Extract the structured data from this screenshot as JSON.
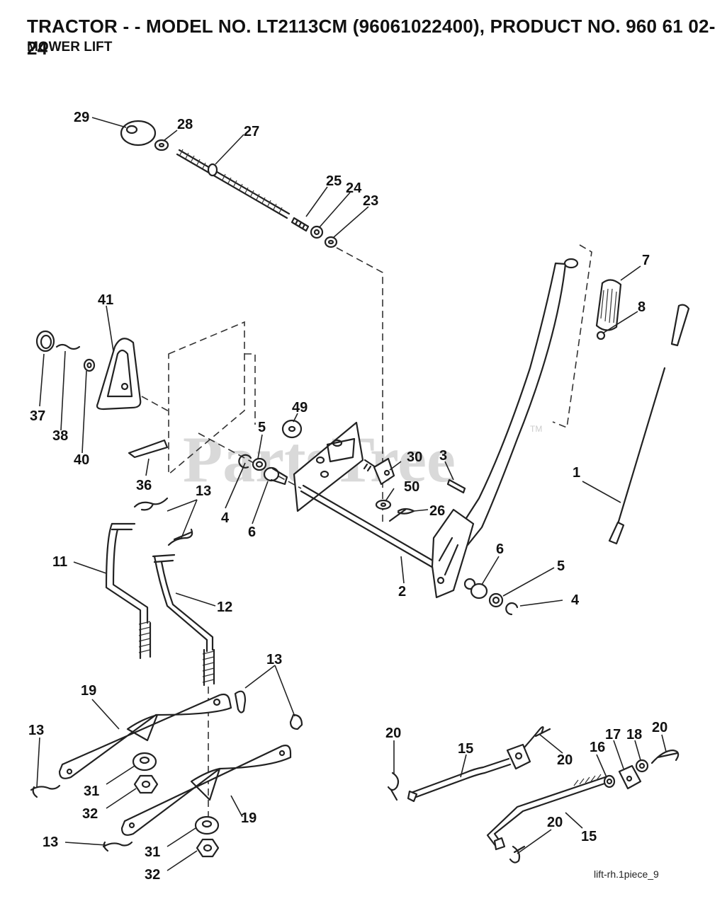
{
  "header": {
    "title": "TRACTOR - - MODEL NO. LT2113CM (96061022400), PRODUCT NO. 960 61 02-24",
    "subtitle": "MOWER LIFT"
  },
  "watermark": {
    "text": "PartsTree",
    "tm": "TM"
  },
  "footer": {
    "code": "lift-rh.1piece_9"
  },
  "callouts": [
    "29",
    "28",
    "27",
    "25",
    "24",
    "23",
    "7",
    "8",
    "41",
    "37",
    "38",
    "40",
    "49",
    "5",
    "30",
    "3",
    "36",
    "13",
    "4",
    "6",
    "50",
    "26",
    "1",
    "11",
    "12",
    "2",
    "6",
    "5",
    "4",
    "13",
    "19",
    "13",
    "31",
    "32",
    "19",
    "13",
    "31",
    "32",
    "20",
    "15",
    "20",
    "16",
    "17",
    "18",
    "20",
    "20",
    "15"
  ]
}
